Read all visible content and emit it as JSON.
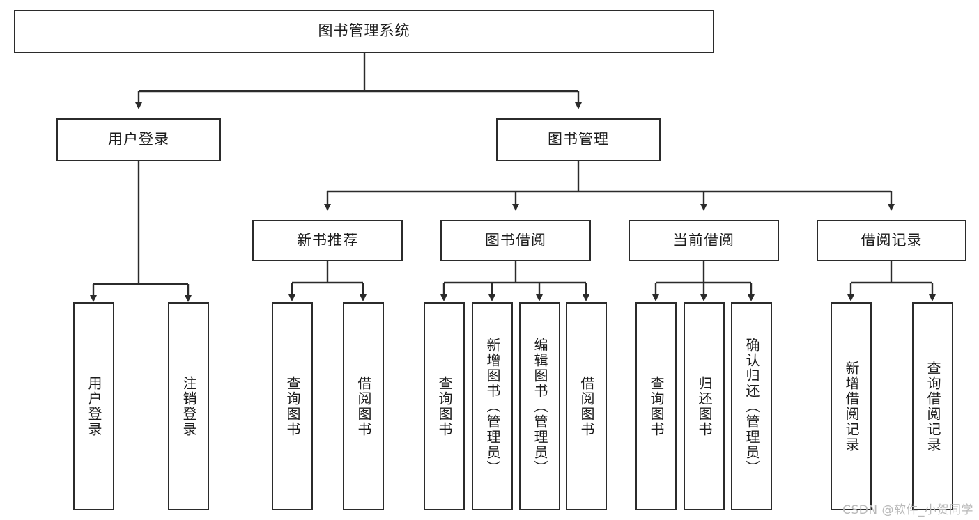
{
  "diagram": {
    "title": "图书管理系统",
    "type": "tree-hierarchy",
    "root": {
      "id": "root",
      "label": "图书管理系统"
    },
    "level2": [
      {
        "id": "user-login",
        "label": "用户登录"
      },
      {
        "id": "book-manage",
        "label": "图书管理"
      }
    ],
    "level3": [
      {
        "id": "new-book-recommend",
        "label": "新书推荐",
        "parent": "book-manage"
      },
      {
        "id": "book-borrow",
        "label": "图书借阅",
        "parent": "book-manage"
      },
      {
        "id": "current-borrow",
        "label": "当前借阅",
        "parent": "book-manage"
      },
      {
        "id": "borrow-record",
        "label": "借阅记录",
        "parent": "book-manage"
      }
    ],
    "leaves": [
      {
        "id": "leaf-user-login",
        "label": "用户登录",
        "parent": "user-login"
      },
      {
        "id": "leaf-logout-login",
        "label": "注销登录",
        "parent": "user-login"
      },
      {
        "id": "leaf-query-book-1",
        "label": "查询图书",
        "parent": "new-book-recommend"
      },
      {
        "id": "leaf-borrow-book-1",
        "label": "借阅图书",
        "parent": "new-book-recommend"
      },
      {
        "id": "leaf-query-book-2",
        "label": "查询图书",
        "parent": "book-borrow"
      },
      {
        "id": "leaf-add-book",
        "label": "新增图书（管理员）",
        "parent": "book-borrow"
      },
      {
        "id": "leaf-edit-book",
        "label": "编辑图书（管理员）",
        "parent": "book-borrow"
      },
      {
        "id": "leaf-borrow-book-2",
        "label": "借阅图书",
        "parent": "book-borrow"
      },
      {
        "id": "leaf-query-book-3",
        "label": "查询图书",
        "parent": "current-borrow"
      },
      {
        "id": "leaf-return-book",
        "label": "归还图书",
        "parent": "current-borrow"
      },
      {
        "id": "leaf-confirm-return",
        "label": "确认归还（管理员）",
        "parent": "current-borrow"
      },
      {
        "id": "leaf-add-record",
        "label": "新增借阅记录",
        "parent": "borrow-record"
      },
      {
        "id": "leaf-query-record",
        "label": "查询借阅记录",
        "parent": "borrow-record"
      }
    ]
  },
  "watermark": {
    "text": "CSDN @软件_小贺同学"
  },
  "colors": {
    "stroke": "#2b2b2b",
    "background": "#ffffff",
    "text": "#1c1c1c",
    "watermark": "#b9b9b9"
  }
}
